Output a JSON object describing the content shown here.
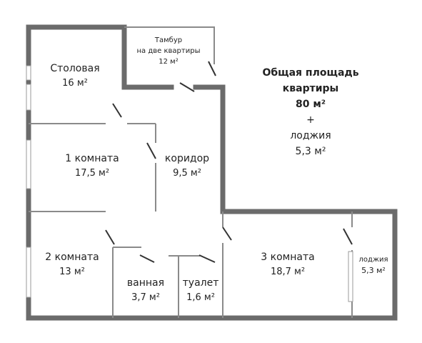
{
  "colors": {
    "outer_wall": "#6b6b6b",
    "inner_wall": "#8a8a8a",
    "text": "#222222",
    "background": "#ffffff"
  },
  "rooms": {
    "dining": {
      "name": "Столовая",
      "area": "16 м²"
    },
    "vestibule": {
      "name_line1": "Тамбур",
      "name_line2": "на две квартиры",
      "area": "12 м²"
    },
    "room1": {
      "name": "1 комната",
      "area": "17,5 м²"
    },
    "corridor": {
      "name": "коридор",
      "area": "9,5 м²"
    },
    "room2": {
      "name": "2 комната",
      "area": "13 м²"
    },
    "bathroom": {
      "name": "ванная",
      "area": "3,7 м²"
    },
    "toilet": {
      "name": "туалет",
      "area": "1,6 м²"
    },
    "room3": {
      "name": "3 комната",
      "area": "18,7 м²"
    },
    "loggia": {
      "name": "лоджия",
      "area": "5,3 м²"
    }
  },
  "summary": {
    "line1": "Общая площадь",
    "line2": "квартиры",
    "total": "80 м²",
    "plus": "+",
    "loggia_label": "лоджия",
    "loggia_area": "5,3 м²"
  }
}
